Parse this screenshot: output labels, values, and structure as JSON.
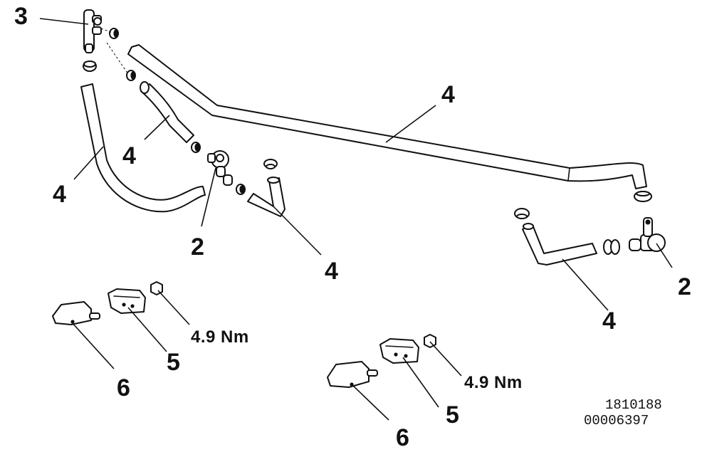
{
  "callouts": {
    "c3": "3",
    "c4_long": "4",
    "c4_upper_left": "4",
    "c4_left": "4",
    "c2_left": "2",
    "c4_center": "4",
    "c2_right": "2",
    "c4_right": "4",
    "c5_left": "5",
    "c6_left": "6",
    "c5_right": "5",
    "c6_right": "6"
  },
  "torque": {
    "left": "4.9 Nm",
    "right": "4.9 Nm"
  },
  "reference": {
    "line1": "1810188",
    "line2": "00006397"
  }
}
